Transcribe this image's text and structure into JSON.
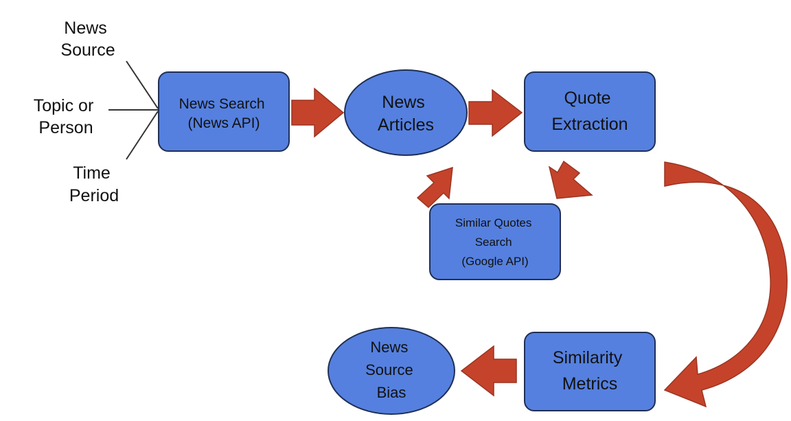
{
  "colors": {
    "node_fill": "#5580df",
    "node_stroke": "#1f2f55",
    "arrow_fill": "#c5432b",
    "arrow_stroke": "#9b3522",
    "text": "#111111",
    "line": "#333333"
  },
  "inputs": {
    "news_source": [
      "News",
      "Source"
    ],
    "topic_or_person": [
      "Topic or",
      "Person"
    ],
    "time_period": [
      "Time",
      "Period"
    ]
  },
  "nodes": {
    "news_search": [
      "News Search",
      "(News API)"
    ],
    "news_articles": [
      "News",
      "Articles"
    ],
    "quote_extraction": [
      "Quote",
      "Extraction"
    ],
    "similar_quotes_search": [
      "Similar Quotes",
      "Search",
      "(Google API)"
    ],
    "similarity_metrics": [
      "Similarity",
      "Metrics"
    ],
    "news_source_bias": [
      "News",
      "Source",
      "Bias"
    ]
  }
}
